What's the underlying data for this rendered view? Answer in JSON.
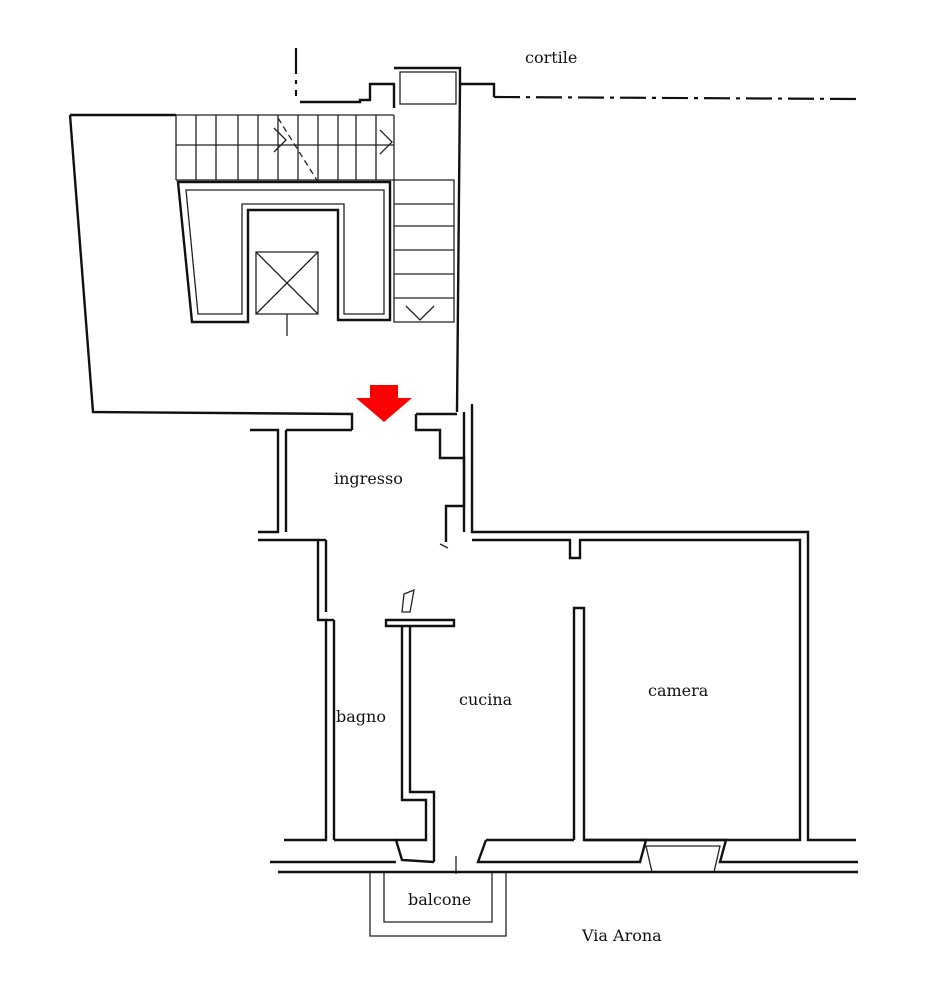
{
  "labels": {
    "courtyard": "cortile",
    "entrance": "ingresso",
    "bathroom": "bagno",
    "kitchen": "cucina",
    "bedroom": "camera",
    "balcony": "balcone",
    "street": "Via Arona"
  },
  "colors": {
    "entry_arrow": "#ff0000",
    "walls": "#111111",
    "background": "#ffffff"
  },
  "icons": {
    "entry_marker": "down-arrow-icon",
    "elevator": "elevator-icon"
  }
}
